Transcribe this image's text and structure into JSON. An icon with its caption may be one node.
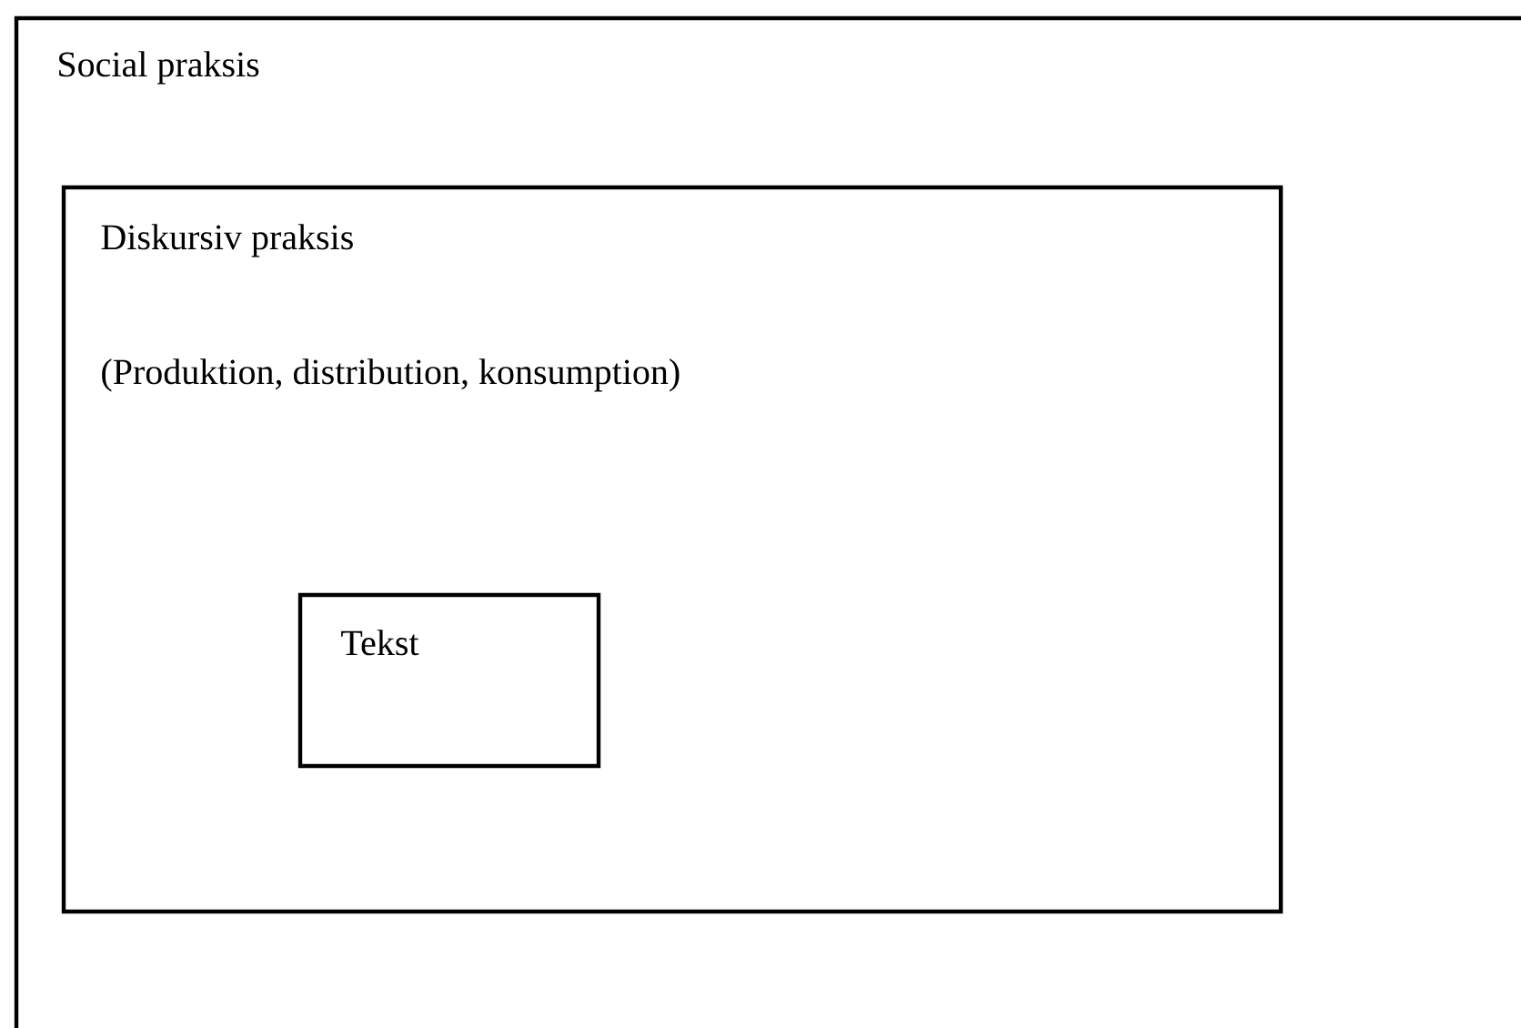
{
  "diagram": {
    "nodes": [
      {
        "text": [
          "Social praksis"
        ]
      },
      {
        "text": [
          "Diskursiv praksis",
          "(Produktion, distribution, konsumption)"
        ],
        "in": 0
      },
      {
        "text": [
          "Tekst"
        ],
        "in": 1
      }
    ]
  }
}
